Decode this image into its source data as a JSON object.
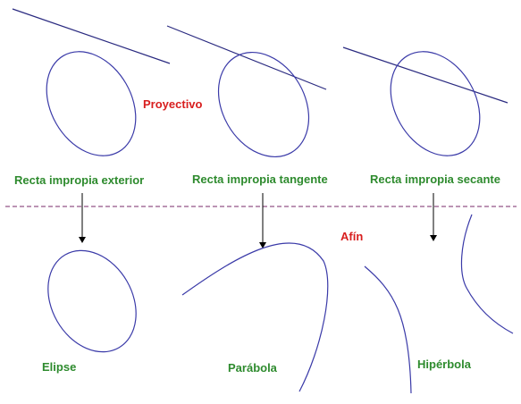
{
  "labels": {
    "proyectivo": "Proyectivo",
    "afin": "Afín",
    "recta_exterior": "Recta impropia exterior",
    "recta_tangente": "Recta impropia tangente",
    "recta_secante": "Recta impropia secante",
    "elipse": "Elipse",
    "parabola": "Parábola",
    "hiperbola": "Hipérbola"
  },
  "colors": {
    "label_green": "#2e8b2e",
    "label_red": "#d81e1e",
    "curve": "#3a3aa8",
    "divider": "#7a2a6a"
  }
}
